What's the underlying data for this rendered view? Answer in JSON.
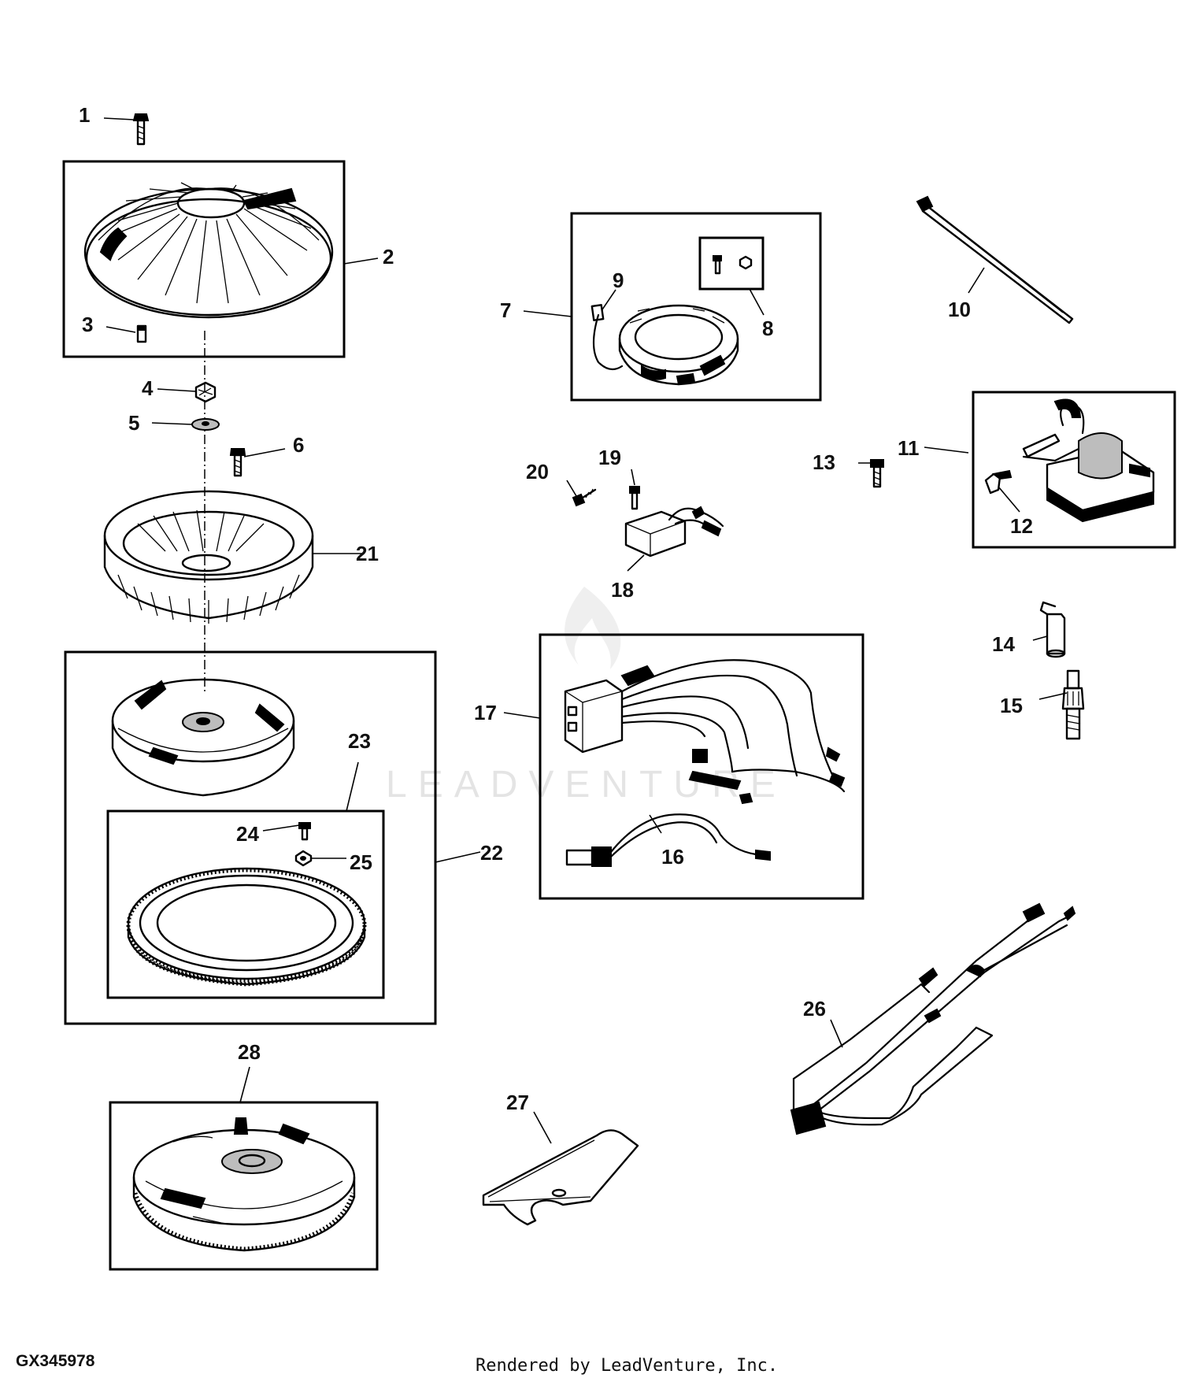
{
  "diagram": {
    "callouts": [
      "1",
      "2",
      "3",
      "4",
      "5",
      "6",
      "7",
      "8",
      "9",
      "10",
      "11",
      "12",
      "13",
      "14",
      "15",
      "16",
      "17",
      "18",
      "19",
      "20",
      "21",
      "22",
      "23",
      "24",
      "25",
      "26",
      "27",
      "28"
    ],
    "figure_code": "GX345978",
    "credit": "Rendered by LeadVenture, Inc.",
    "watermark": "LEADVENTURE"
  }
}
